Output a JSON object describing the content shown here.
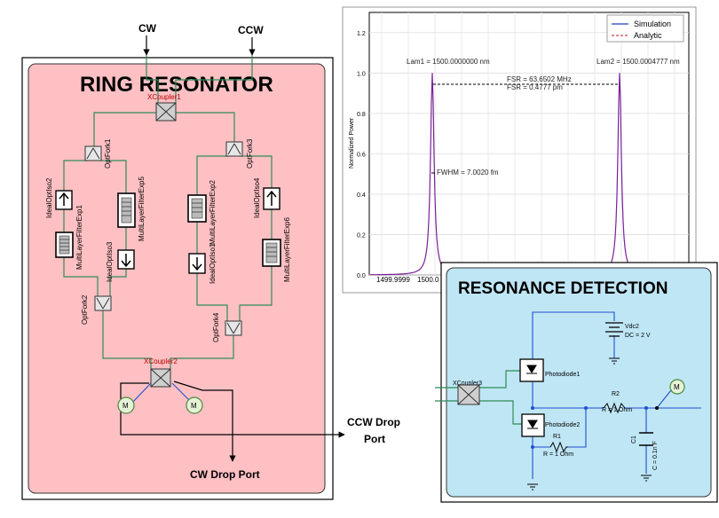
{
  "ring": {
    "title": "RING RESONATOR",
    "inputs": {
      "cw": "CW",
      "ccw": "CCW"
    },
    "outputs": {
      "ccw_drop_line1": "CCW Drop",
      "ccw_drop_line2": "Port",
      "cw_drop": "CW Drop Port"
    },
    "components": {
      "xcoupler1": "XCoupler1",
      "xcoupler2": "XCoupler2",
      "optfork1": "OptFork1",
      "optfork2": "OptFork2",
      "optfork3": "OptFork3",
      "optfork4": "OptFork4",
      "iso1": "IdealOptIso1",
      "iso2": "IdealOptIso2",
      "iso3": "IdealOptIso3",
      "iso4": "IdealOptIso4",
      "filt1": "MultiLayerFilterExp1",
      "filt2": "MultiLayerFilterExp2",
      "filt5": "MultiLayerFilterExp5",
      "filt6": "MultiLayerFilterExp6",
      "meter": "M"
    }
  },
  "detection": {
    "title": "RESONANCE DETECTION",
    "components": {
      "vdc": "Vdc2",
      "vdc_val": "DC = 2 V",
      "pd1": "Photodiode1",
      "pd2": "Photodiode2",
      "xcoupler3": "XCoupler3",
      "r1": "R1",
      "r1_val": "R = 1 Ohm",
      "r2": "R2",
      "r2_val": "R = 1 Ohm",
      "c1": "C1",
      "c1_val": "C = 0.1n F",
      "meter": "M"
    }
  },
  "chart_data": {
    "type": "line",
    "ylabel": "Normalized Power",
    "ylim": [
      0,
      1.3
    ],
    "yticks": [
      "0.0",
      "0.2",
      "0.4",
      "0.6",
      "0.8",
      "1.0",
      "1.2"
    ],
    "xticks": [
      "1499.9999",
      "1500.0"
    ],
    "legend": {
      "position": "top-right",
      "entries": [
        "Simulation",
        "Analytic"
      ]
    },
    "series": [
      {
        "name": "Simulation",
        "color": "#1f3fbf",
        "style": "solid"
      },
      {
        "name": "Analytic",
        "color": "#d04040",
        "style": "dashed"
      }
    ],
    "peaks": [
      {
        "label": "Lam1 = 1500.0000000 nm",
        "value": 1.0
      },
      {
        "label": "Lam2 = 1500.0004777 nm",
        "value": 1.0
      }
    ],
    "annotations": {
      "fsr1": "FSR = 63.6502 MHz",
      "fsr2": "FSR = 0.4777 pm",
      "fwhm": "FWHM = 7.0020 fm"
    }
  }
}
